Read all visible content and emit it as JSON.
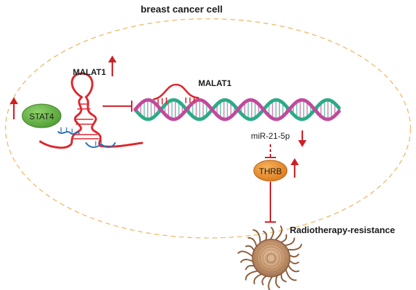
{
  "diagram": {
    "cell_label": "breast cancer cell",
    "malat1_left_label": "MALAT1",
    "malat1_right_label": "MALAT1",
    "stat4_label": "STAT4",
    "mirna_label": "miR-21-5p",
    "thrb_label": "THRB",
    "outcome_label": "Radiotherapy-resistance"
  },
  "colors": {
    "membrane": "#f0b764",
    "rna": "#e0242b",
    "arrow": "#cf1f26",
    "dna_green": "#2daa88",
    "dna_magenta": "#c04a9c",
    "stat4": "#6bc04b",
    "thrb": "#f0902a",
    "binding_blue": "#2c6fb5",
    "tumor": "#c9a07a"
  },
  "icons": [
    "up-arrow-icon",
    "down-arrow-icon",
    "inhibition-icon",
    "dna-helix-icon",
    "rna-hairpin-icon",
    "tumor-cell-icon"
  ]
}
